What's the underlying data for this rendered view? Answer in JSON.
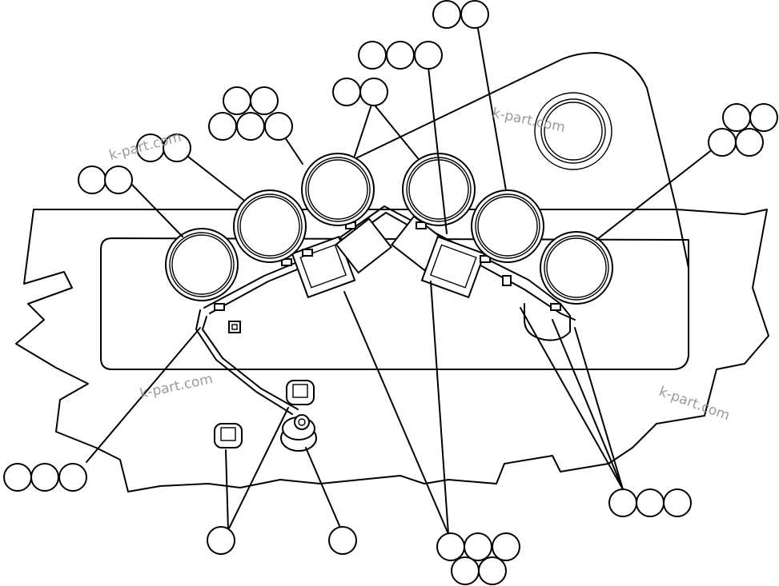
{
  "drawing": {
    "watermark": "k-part.com",
    "background": "#ffffff",
    "line_color": "#000000",
    "watermark_color": "#9a9a9a"
  },
  "callout_groups": [
    {
      "id": "left-gauge",
      "bubbles": 2
    },
    {
      "id": "second-gauge",
      "bubbles": 2
    },
    {
      "id": "third-gauge-stack",
      "bubbles": 5
    },
    {
      "id": "center-pair",
      "bubbles": 2
    },
    {
      "id": "top-center",
      "bubbles": 3
    },
    {
      "id": "top-right",
      "bubbles": 2
    },
    {
      "id": "far-right",
      "bubbles": 4
    },
    {
      "id": "bottom-left",
      "bubbles": 3
    },
    {
      "id": "bottom-switches",
      "bubbles": 1
    },
    {
      "id": "bottom-knob",
      "bubbles": 1
    },
    {
      "id": "bottom-center-stack",
      "bubbles": 5
    },
    {
      "id": "bottom-right",
      "bubbles": 3
    }
  ]
}
